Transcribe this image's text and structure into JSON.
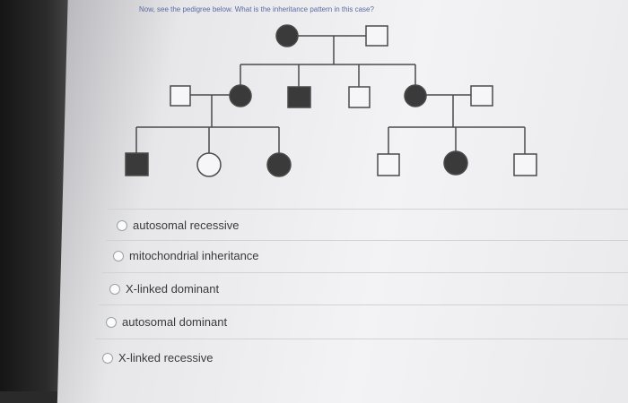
{
  "question": {
    "text": "Now, see the pedigree below. What is the inheritance pattern in this case?"
  },
  "pedigree": {
    "generations": [
      {
        "members": [
          {
            "sex": "female",
            "affected": true
          },
          {
            "sex": "male",
            "affected": false
          }
        ]
      },
      {
        "members": [
          {
            "sex": "male",
            "affected": false,
            "role": "spouse"
          },
          {
            "sex": "female",
            "affected": true
          },
          {
            "sex": "male",
            "affected": true
          },
          {
            "sex": "male",
            "affected": false
          },
          {
            "sex": "female",
            "affected": true
          },
          {
            "sex": "male",
            "affected": false,
            "role": "spouse"
          }
        ]
      },
      {
        "members": [
          {
            "sex": "male",
            "affected": true
          },
          {
            "sex": "female",
            "affected": false
          },
          {
            "sex": "female",
            "affected": true
          },
          {
            "sex": "male",
            "affected": false
          },
          {
            "sex": "female",
            "affected": true
          },
          {
            "sex": "male",
            "affected": false
          }
        ]
      }
    ]
  },
  "options": [
    {
      "label": "autosomal recessive"
    },
    {
      "label": "mitochondrial inheritance"
    },
    {
      "label": "X-linked dominant"
    },
    {
      "label": "autosomal dominant"
    },
    {
      "label": "X-linked recessive"
    }
  ],
  "colors": {
    "affected": "#3a3a3a",
    "line": "#4a4a4a",
    "question": "#5b6aa4"
  }
}
